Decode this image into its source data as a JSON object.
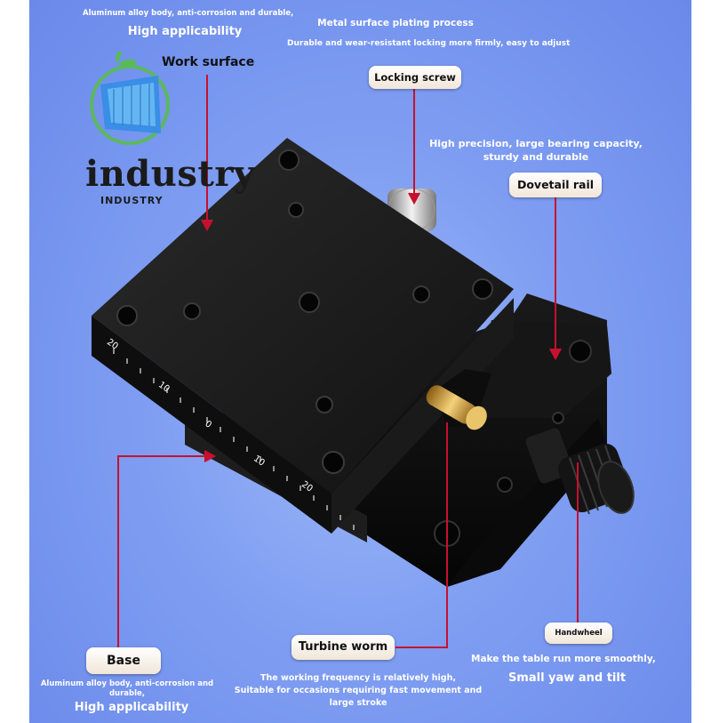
{
  "brand": {
    "name": "industry",
    "subtitle": "INDUSTRY"
  },
  "top_left": {
    "line1": "Aluminum alloy body, anti-corrosion and durable,",
    "line2": "High applicability"
  },
  "work_surface": {
    "label": "Work surface"
  },
  "top_center": {
    "title": "Metal surface plating process",
    "desc": "Durable and wear-resistant locking more firmly, easy to adjust"
  },
  "locking_screw": {
    "label": "Locking screw"
  },
  "dovetail": {
    "desc1": "High precision, large bearing capacity,",
    "desc2": "sturdy and durable",
    "label": "Dovetail rail"
  },
  "scale": {
    "ticks": [
      "20",
      "10",
      "0",
      "10",
      "20"
    ]
  },
  "base": {
    "label": "Base",
    "desc1": "Aluminum alloy body, anti-corrosion and",
    "desc2": "durable,",
    "desc3": "High applicability"
  },
  "turbine": {
    "label": "Turbine worm",
    "desc1": "The working frequency is relatively high,",
    "desc2": "Suitable for occasions requiring fast movement and",
    "desc3": "large stroke"
  },
  "handwheel": {
    "label": "Handwheel",
    "desc1": "Make the table run more smoothly,",
    "desc2": "Small yaw and tilt"
  },
  "colors": {
    "background": "#7f9ef2",
    "leader_line": "#c8102e",
    "product_black": "#151515",
    "brass": "#d9a84a"
  }
}
